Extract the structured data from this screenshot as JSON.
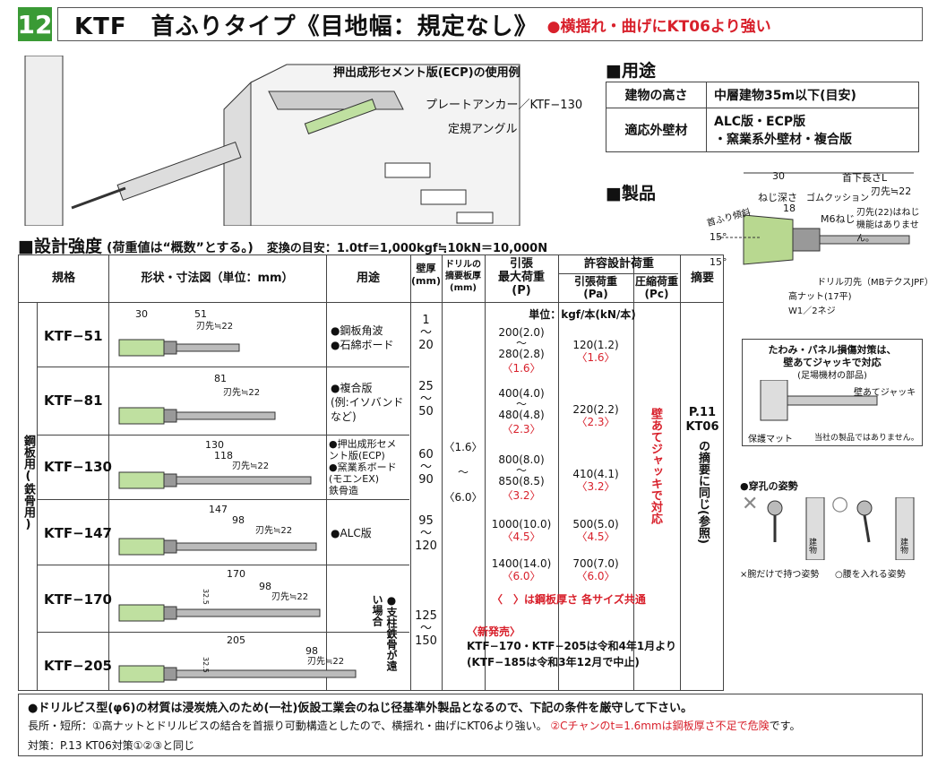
{
  "header": {
    "number": "12",
    "title": "KTF　首ふりタイプ《目地幅：規定なし》",
    "subtitle": "●横揺れ・曲げにKT06より強い"
  },
  "illustration": {
    "caption": "押出成形セメント版(ECP)の使用例",
    "label1": "プレートアンカー／KTF−130",
    "label2": "定規アングル"
  },
  "usage": {
    "heading": "■用途",
    "rows": [
      {
        "key": "建物の高さ",
        "value": "中層建物35m以下(目安)"
      },
      {
        "key": "適応外壁材",
        "value": "ALC版・ECP版\n・窯業系外壁材・複合版"
      }
    ]
  },
  "product": {
    "heading": "■製品",
    "labels": {
      "d30": "30",
      "neck_len": "首下長さL",
      "thread_depth": "ねじ深さ",
      "thread_depth_val": "18",
      "blade": "刃先≒22",
      "rubber": "ゴムクッション",
      "m6": "M6ねじ",
      "note1": "刃先(22)はねじ",
      "note2": "機能はありません。",
      "angle_label": "首ふり傾斜",
      "a1": "15°",
      "a2": "15°",
      "drill": "ドリル刃先（MBテクスJPF）",
      "nut": "高ナット(17平)",
      "washer": "W1／2ネジ"
    }
  },
  "jack": {
    "title1": "たわみ・パネル損傷対策は、",
    "title2": "壁あてジャッキで対応",
    "sub": "(足場機材の部品)",
    "label": "壁あてジャッキ",
    "mat": "保護マット",
    "note": "当社の製品ではありません。"
  },
  "posture": {
    "heading": "●穿孔の姿勢",
    "bad_mark": "✕",
    "good_mark": "○",
    "wall": "建物",
    "bad": "×腕だけで持つ姿勢",
    "good": "○腰を入れる姿勢"
  },
  "design": {
    "heading": "■設計強度",
    "note": "(荷重値は“概数”とする。)",
    "conversion": "変換の目安：1.0tf＝1,000kgf≒10kN＝10,000N"
  },
  "table": {
    "headers": {
      "spec": "規格",
      "shape": "形状・寸法図（単位：mm）",
      "use": "用途",
      "thickness": "壁厚\n(mm)",
      "drill_plate": "ドリルの\n摘要板厚\n(mm)",
      "tensile": "引張\n最大荷重\n(P)",
      "allow": "許容設計荷重",
      "allow_t": "引張荷重\n(Pa)",
      "allow_c": "圧縮荷重\n(Pc)",
      "summary": "摘要"
    },
    "group_label": "鋼板用(鉄骨用)",
    "unit": "単位：kgf/本(kN/本)",
    "rows": [
      {
        "name": "KTF−51",
        "dims": [
          "30",
          "51",
          "刃先≒22"
        ],
        "use": "●鋼板角波\n●石綿ボード",
        "thick": "1\n〜\n20",
        "p": "200(2.0)\n〜\n280(2.8)",
        "p_red": "〈1.6〉",
        "pa": "120(1.2)",
        "pa_red": "〈1.6〉"
      },
      {
        "name": "KTF−81",
        "dims": [
          "81",
          "刃先≒22"
        ],
        "use": "●複合版\n(例:イソバンド\nなど)",
        "thick": "25\n〜\n50",
        "p": "400(4.0)\n〜\n480(4.8)",
        "p_red": "〈2.3〉",
        "pa": "220(2.2)",
        "pa_red": "〈2.3〉"
      },
      {
        "name": "KTF−130",
        "dims": [
          "130",
          "118",
          "刃先≒22"
        ],
        "use": "●押出成形セメ\nント版(ECP)\n●窯業系ボード\n(モエンEX)\n鉄骨造",
        "thick": "60\n〜\n90",
        "p": "800(8.0)\n〜\n850(8.5)",
        "p_red": "〈3.2〉",
        "pa": "410(4.1)",
        "pa_red": "〈3.2〉"
      },
      {
        "name": "KTF−147",
        "dims": [
          "147",
          "98",
          "刃先≒22"
        ],
        "use": "●ALC版",
        "thick": "95\n〜\n120",
        "p": "1000(10.0)",
        "p_red": "〈4.5〉",
        "pa": "500(5.0)",
        "pa_red": "〈4.5〉"
      },
      {
        "name": "KTF−170",
        "dims": [
          "170",
          "98",
          "刃先≒22",
          "32.5"
        ],
        "use": "",
        "thick": "",
        "p": "1400(14.0)",
        "p_red": "〈6.0〉",
        "pa": "700(7.0)",
        "pa_red": "〈6.0〉"
      },
      {
        "name": "KTF−205",
        "dims": [
          "205",
          "98",
          "刃先≒22",
          "32.5"
        ],
        "use": "",
        "thick": "",
        "p": "",
        "p_red": "",
        "pa": "",
        "pa_red": ""
      }
    ],
    "drill_range": "〈1.6〉\n〜\n〈6.0〉",
    "thick_170": "125\n〜\n150",
    "use_170": "●支柱鉄骨が遠い場合",
    "compression_note": "壁あてジャッキで対応",
    "summary_text": "P.11\nKT06",
    "summary_vert": "の摘要に同じ(参照)",
    "bracket_note": "〈　〉は鋼板厚さ 各サイズ共通",
    "new1": "〈新発売〉",
    "new2": "KTF−170・KTF−205は令和4年1月より",
    "new3": "(KTF−185は令和3年12月で中止)"
  },
  "footer": {
    "line1": "●ドリルビス型(φ6)の材質は浸炭焼入のため(一社)仮設工業会のねじ径基準外製品となるので、下記の条件を厳守して下さい。",
    "line2a": "長所・短所：①高ナットとドリルビスの結合を首振り可動構造としたので、横揺れ・曲げにKT06より強い。",
    "line2b": "②Cチャンのt=1.6mmは鋼板厚さ不足で危険",
    "line2c": "です。",
    "line3": "対策：P.13 KT06対策①②③と同じ"
  }
}
